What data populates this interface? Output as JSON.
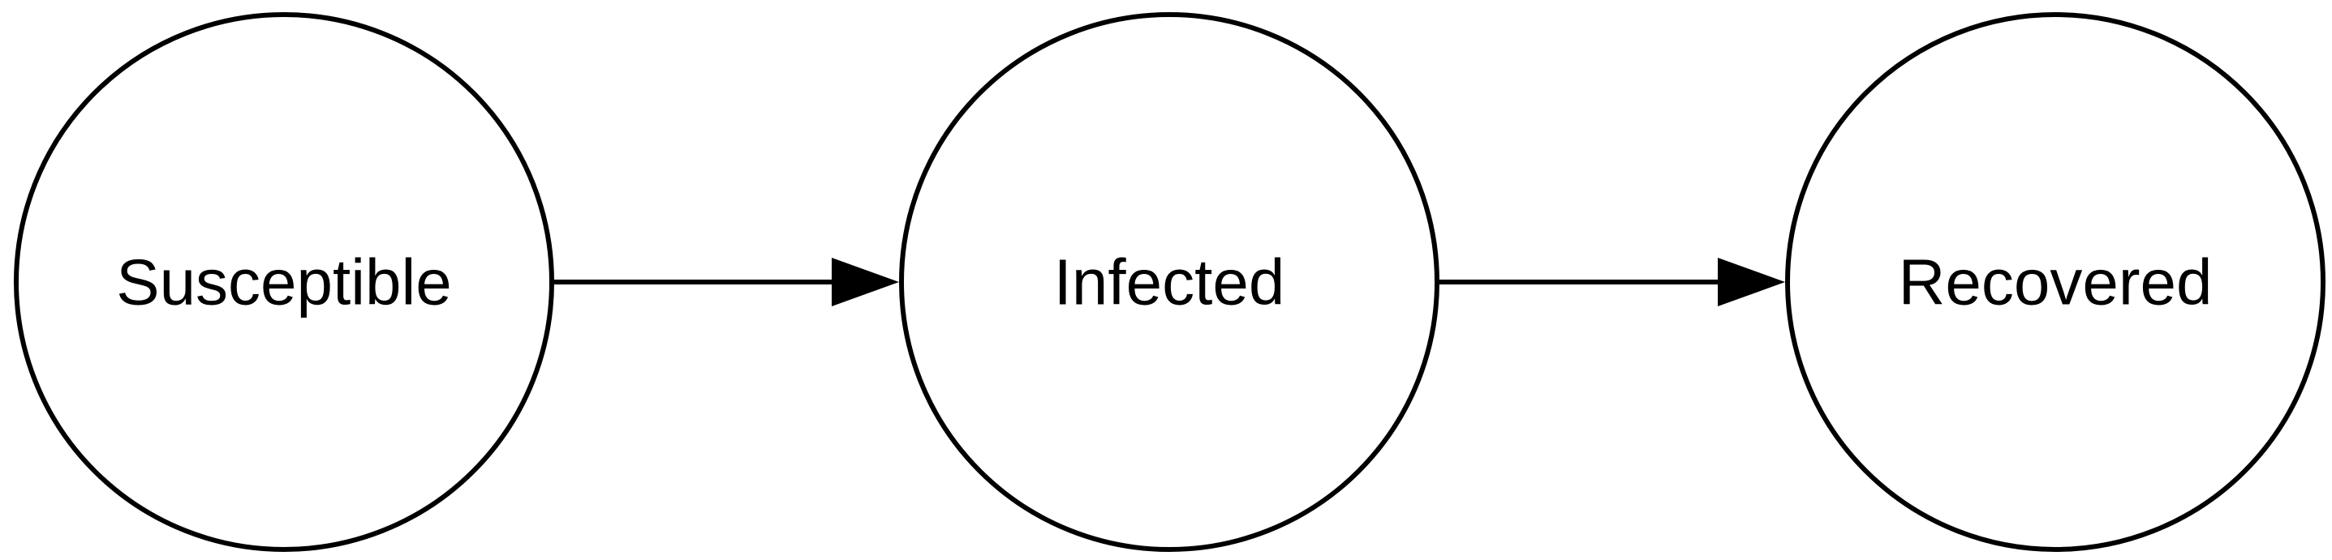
{
  "diagram": {
    "nodes": [
      {
        "id": "susceptible",
        "label": "Susceptible"
      },
      {
        "id": "infected",
        "label": "Infected"
      },
      {
        "id": "recovered",
        "label": "Recovered"
      }
    ],
    "edges": [
      {
        "from": "susceptible",
        "to": "infected"
      },
      {
        "from": "infected",
        "to": "recovered"
      }
    ],
    "colors": {
      "stroke": "#000000",
      "fill": "#ffffff",
      "text": "#000000"
    }
  }
}
